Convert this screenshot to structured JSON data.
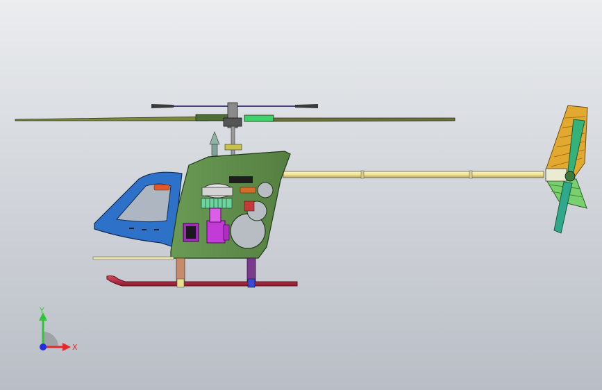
{
  "viewport": {
    "background_top": "#ebedef",
    "background_bottom": "#b9bec6"
  },
  "model": {
    "subject": "rc-helicopter-assembly",
    "colors": {
      "canopy": "#2d72c8",
      "frame": "#5f8f4a",
      "tail_boom": "#f2e8a0",
      "skid": "#b0243c",
      "servo": "#c23bd6",
      "gear": "#6fd3a0",
      "fin": "#e3a830",
      "tail_blade": "#3fb87a"
    }
  },
  "triad": {
    "x_label": "X",
    "y_label": "Y",
    "x_color": "#e22a2a",
    "y_color": "#2fc43a",
    "z_color": "#1f2fe0"
  }
}
